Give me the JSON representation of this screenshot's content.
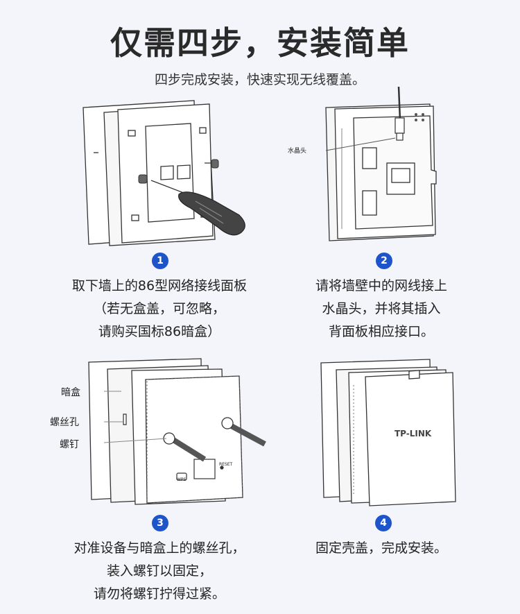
{
  "header": {
    "title": "仅需四步，安装简单",
    "subtitle": "四步完成安装，快速实现无线覆盖。"
  },
  "steps": [
    {
      "number": "1",
      "lines": [
        "取下墙上的86型网络接线面板",
        "（若无盒盖，可忽略，",
        "请购买国标86暗盒）"
      ]
    },
    {
      "number": "2",
      "lines": [
        "请将墙壁中的网线接上",
        "水晶头，并将其插入",
        "背面板相应接口。"
      ]
    },
    {
      "number": "3",
      "lines": [
        "对准设备与暗盒上的螺丝孔，",
        "装入螺钉以固定，",
        "请勿将螺钉拧得过紧。"
      ]
    },
    {
      "number": "4",
      "lines": [
        "固定壳盖，完成安装。"
      ]
    }
  ],
  "labels": {
    "crystal_head": "水晶头",
    "dark_box": "暗盒",
    "screw_hole": "螺丝孔",
    "screw": "螺钉",
    "brand": "TP-LINK",
    "reset": "RESET",
    "wps": "WPS"
  },
  "colors": {
    "badge": "#1e54c9",
    "line": "#333333",
    "background": "#f4f5fa"
  }
}
